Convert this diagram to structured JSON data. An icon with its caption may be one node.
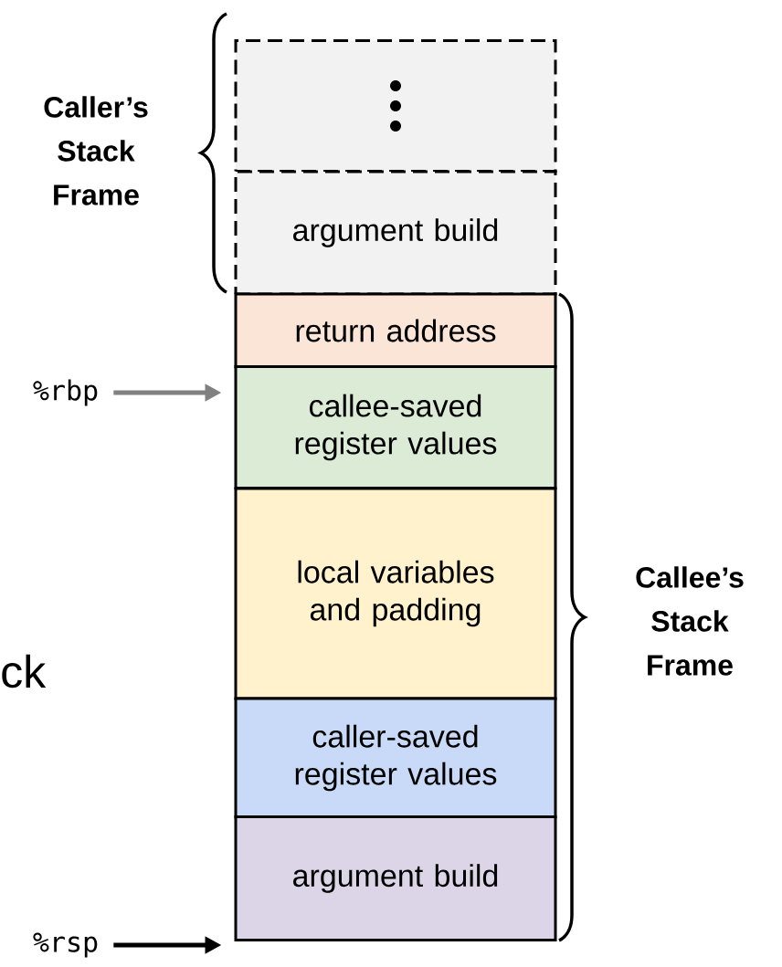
{
  "diagram": {
    "nodes": [
      {
        "text": [],
        "shape": "box"
      },
      {
        "text": [
          "argument build"
        ]
      },
      {
        "text": [
          "return address"
        ]
      },
      {
        "text": [
          "callee-saved register values"
        ]
      },
      {
        "text": [
          "local variables and padding"
        ]
      },
      {
        "text": [
          "caller-saved register values"
        ]
      },
      {
        "text": [
          "argument build"
        ]
      },
      {
        "text": [
          "%rbp"
        ]
      },
      {
        "text": [
          "%rsp"
        ]
      }
    ],
    "edges": [
      {
        "from": 7,
        "to": 3,
        "arrow": "to",
        "color": "#808080"
      },
      {
        "from": 8,
        "to": 6,
        "arrow": "to",
        "color": "#000000"
      }
    ],
    "labels": [
      "Caller’s Stack Frame",
      "Callee’s Stack Frame",
      "ck"
    ]
  }
}
